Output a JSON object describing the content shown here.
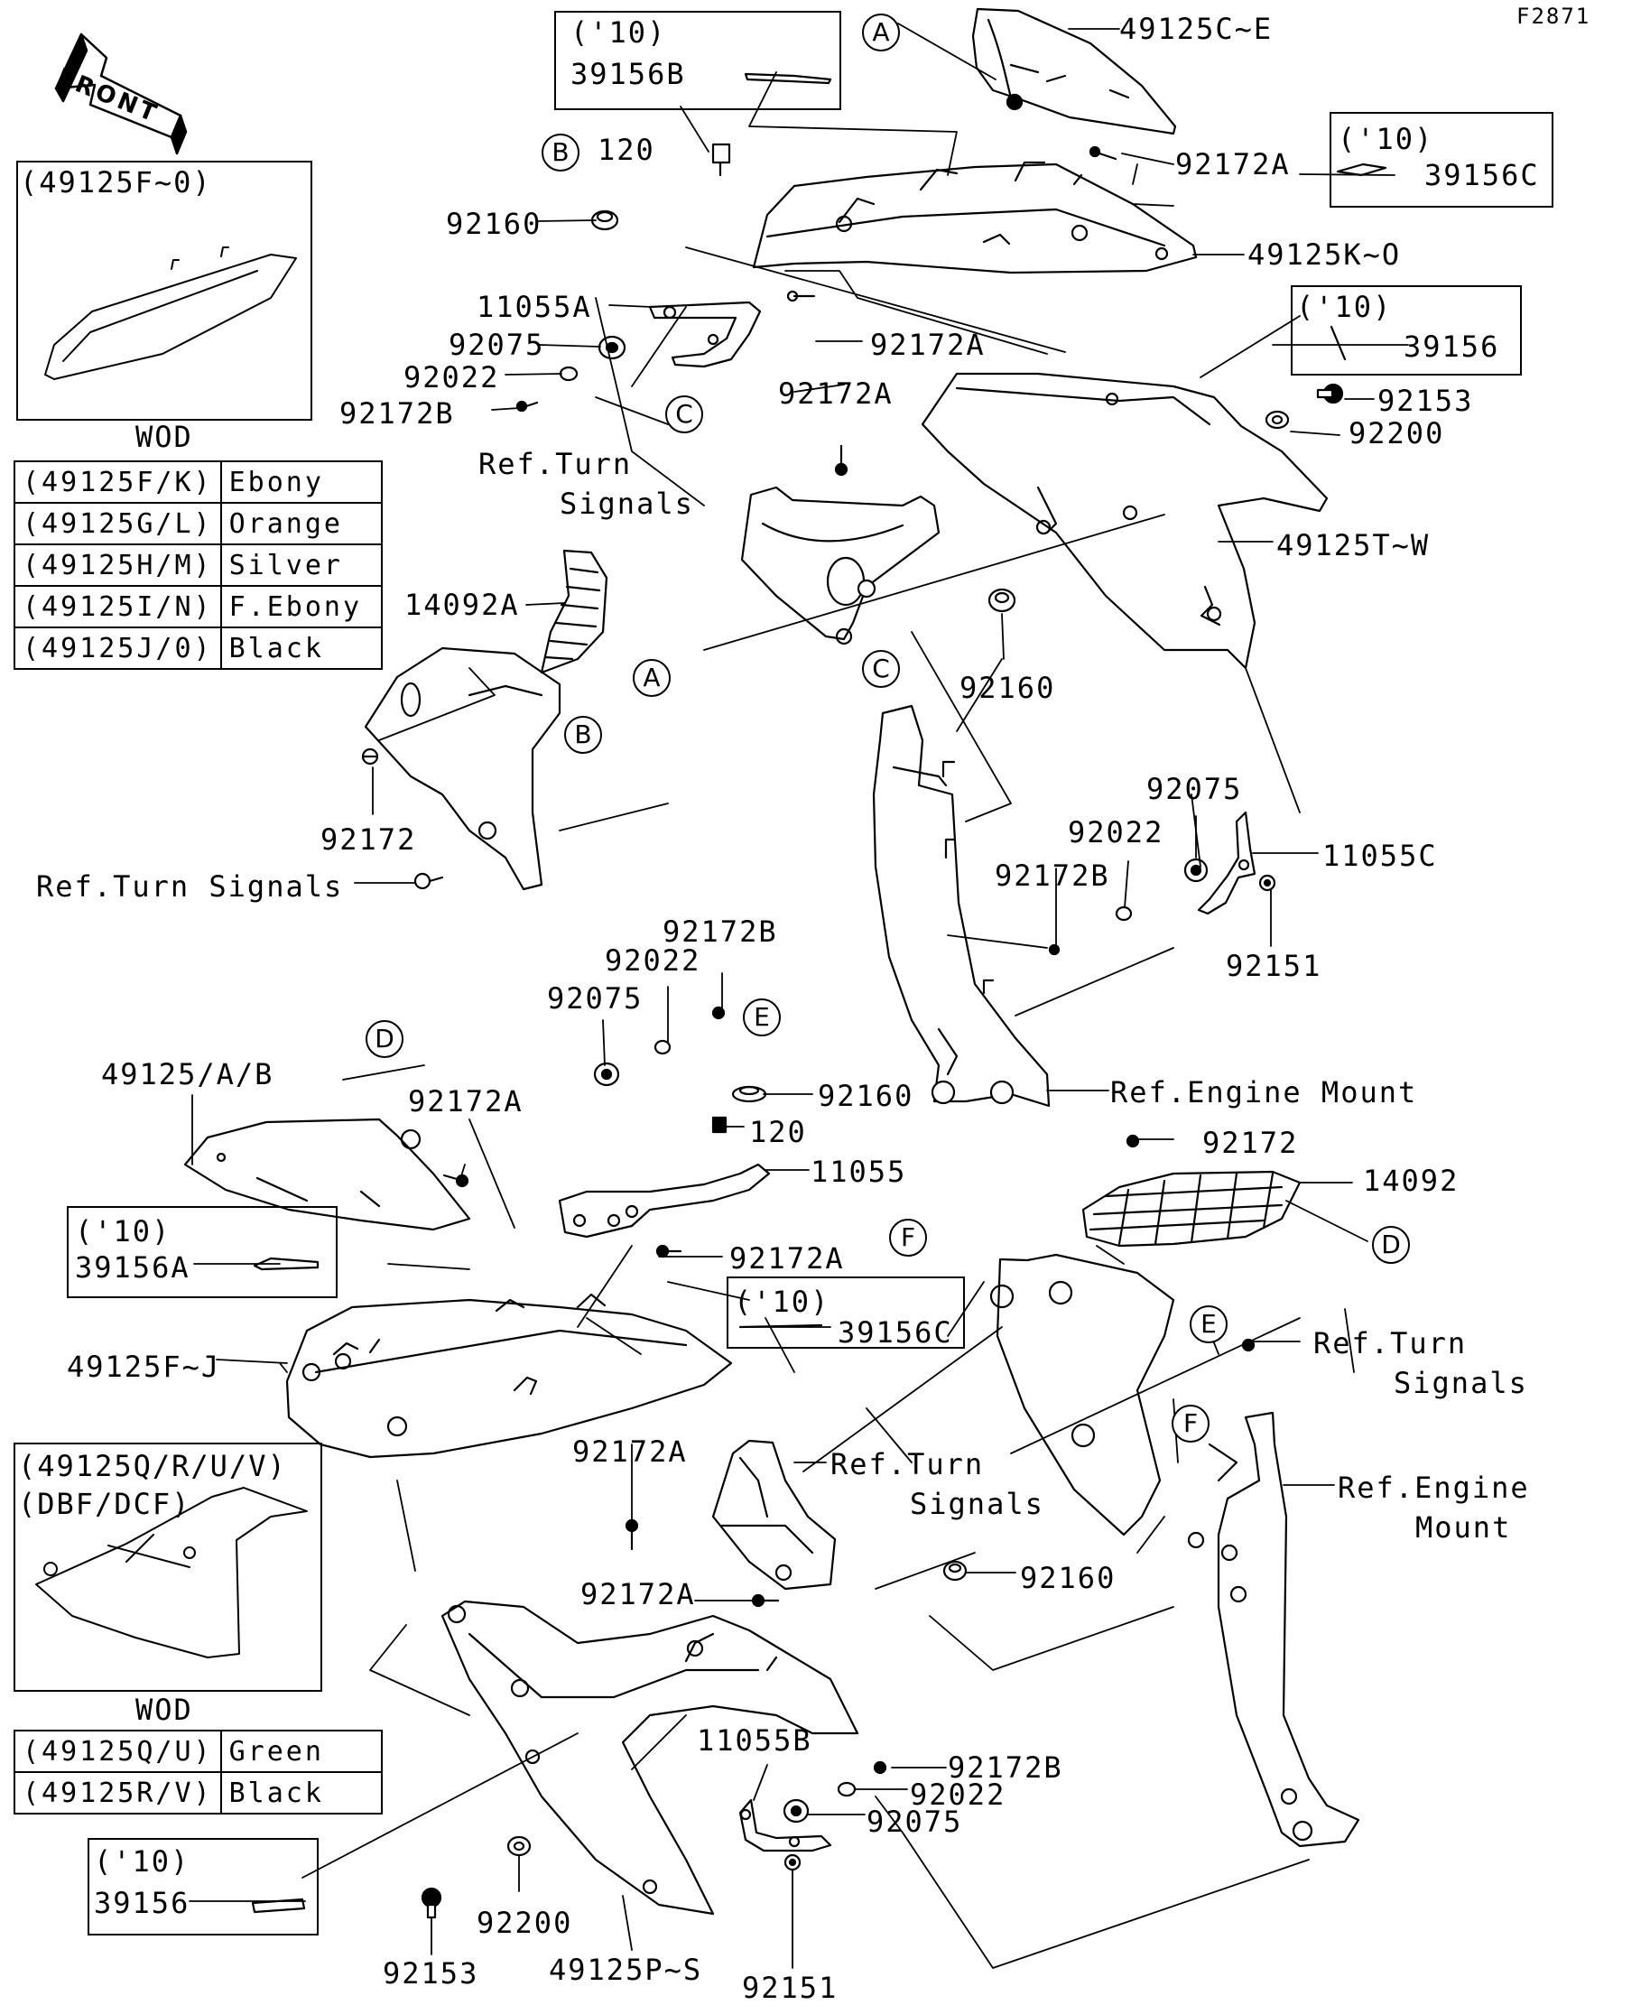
{
  "diagram_code": "F2871",
  "front_label": "FRONT",
  "labels": {
    "l49125CE": "49125C~E",
    "l92172A_1": "92172A",
    "l39156C_a_year": "('10)",
    "l39156C_a": "39156C",
    "l49125KO": "49125K~O",
    "l39156B_year": "('10)",
    "l39156B": "39156B",
    "l120_a": "120",
    "l92160_a": "92160",
    "l11055A": "11055A",
    "l92075_a": "92075",
    "l92022_a": "92022",
    "l92172B_a": "92172B",
    "l92172A_2": "92172A",
    "l39156_a_year": "('10)",
    "l39156_a": "39156",
    "l92153_a": "92153",
    "l92200_a": "92200",
    "l92172A_3": "92172A",
    "lRefTurn1a": "Ref.Turn",
    "lRefTurn1b": "Signals",
    "l49125TW": "49125T~W",
    "l14092A": "14092A",
    "l92160_b": "92160",
    "l92172_a": "92172",
    "lRefTurn2": "Ref.Turn Signals",
    "l92075_b": "92075",
    "l92022_b": "92022",
    "l11055C": "11055C",
    "l92172B_b": "92172B",
    "l92151_a": "92151",
    "l92172B_c": "92172B",
    "l92022_c": "92022",
    "l92075_c": "92075",
    "l49125AB": "49125/A/B",
    "l92172A_4": "92172A",
    "l92160_c": "92160",
    "l120_b": "120",
    "l11055": "11055",
    "lRefEngine1": "Ref.Engine Mount",
    "l92172_b": "92172",
    "l14092": "14092",
    "l39156A_year": "('10)",
    "l39156A": "39156A",
    "l92172A_5": "92172A",
    "l39156C_b_year": "('10)",
    "l39156C_b": "39156C",
    "l49125FJ": "49125F~J",
    "lRefTurn3a": "Ref.Turn",
    "lRefTurn3b": "Signals",
    "l92172A_6": "92172A",
    "lRefTurn4a": "Ref.Turn",
    "lRefTurn4b": "Signals",
    "lRefEngine2a": "Ref.Engine",
    "lRefEngine2b": "Mount",
    "l92172A_7": "92172A",
    "l92160_d": "92160",
    "l11055B": "11055B",
    "l92172B_d": "92172B",
    "l92022_d": "92022",
    "l92075_d": "92075",
    "l39156_b_year": "('10)",
    "l39156_b": "39156",
    "l92153_b": "92153",
    "l92200_b": "92200",
    "l92151_b": "92151",
    "l49125PS": "49125P~S"
  },
  "callouts": [
    "A",
    "B",
    "C",
    "A",
    "B",
    "C",
    "D",
    "E",
    "F",
    "D",
    "E",
    "F"
  ],
  "inset_top": {
    "title": "(49125F~0)",
    "caption": "WOD",
    "rows": [
      {
        "code": "(49125F/K)",
        "color": "Ebony"
      },
      {
        "code": "(49125G/L)",
        "color": "Orange"
      },
      {
        "code": "(49125H/M)",
        "color": "Silver"
      },
      {
        "code": "(49125I/N)",
        "color": "F.Ebony"
      },
      {
        "code": "(49125J/0)",
        "color": "Black"
      }
    ]
  },
  "inset_bottom": {
    "title_1": "(49125Q/R/U/V)",
    "title_2": "(DBF/DCF)",
    "caption": "WOD",
    "rows": [
      {
        "code": "(49125Q/U)",
        "color": "Green"
      },
      {
        "code": "(49125R/V)",
        "color": "Black"
      }
    ]
  }
}
